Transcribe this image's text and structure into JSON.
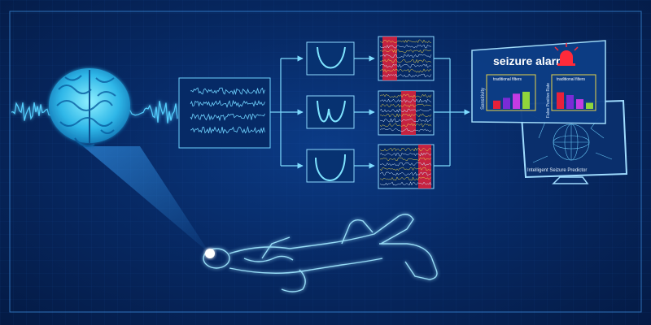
{
  "alarm": {
    "title": "seizure alarm",
    "panels": [
      {
        "label": "traditional filters",
        "ylabel": "Sensitivity",
        "bars": [
          0.3,
          0.4,
          0.55,
          0.62
        ]
      },
      {
        "label": "traditional filters",
        "ylabel": "False Positive Rate",
        "bars": [
          0.6,
          0.5,
          0.35,
          0.22
        ]
      }
    ]
  },
  "monitor": {
    "caption": "Intelligent Seizure Predictor"
  },
  "colors": {
    "glow": "#38b6ff",
    "line": "#6fd3ff",
    "highlight": "#e8213a",
    "bar_colors": [
      "#e8213a",
      "#7a2bd6",
      "#c43be3",
      "#8fd63b"
    ]
  }
}
